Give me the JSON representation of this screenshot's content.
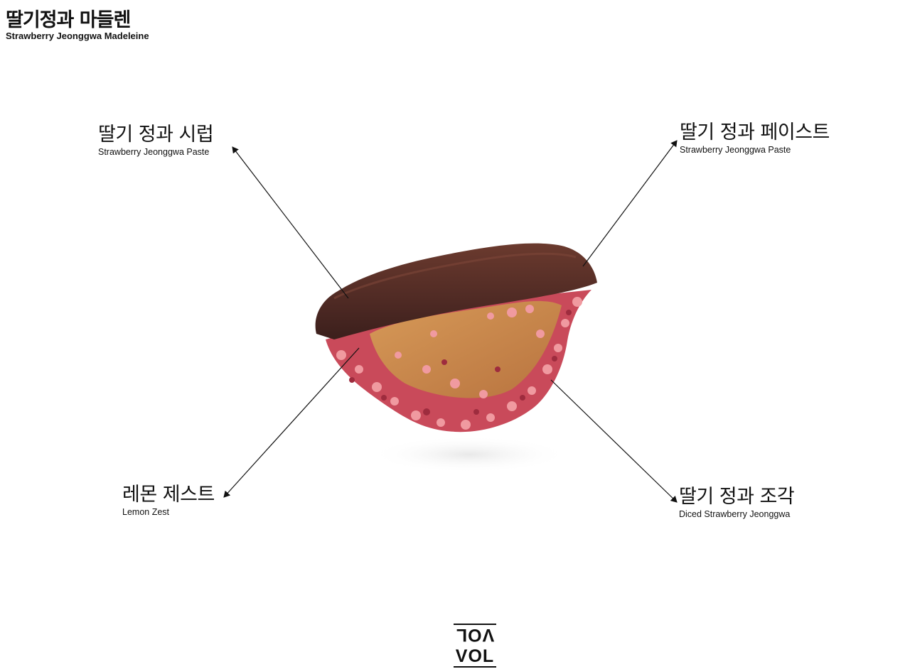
{
  "header": {
    "title_ko": "딸기정과 마들렌",
    "title_en": "Strawberry Jeonggwa Madeleine"
  },
  "annotations": {
    "top_left": {
      "ko": "딸기 정과 시럽",
      "en": "Strawberry Jeonggwa Paste"
    },
    "top_right": {
      "ko": "딸기 정과 페이스트",
      "en": "Strawberry Jeonggwa Paste"
    },
    "bottom_left": {
      "ko": "레몬 제스트",
      "en": "Lemon Zest"
    },
    "bottom_right": {
      "ko": "딸기 정과 조각",
      "en": "Diced Strawberry Jeonggwa"
    }
  },
  "logo": {
    "text": "VOL"
  },
  "colors": {
    "crust": "#4a2a24",
    "crumble": "#c94a5a",
    "cake": "#c98a4e"
  }
}
